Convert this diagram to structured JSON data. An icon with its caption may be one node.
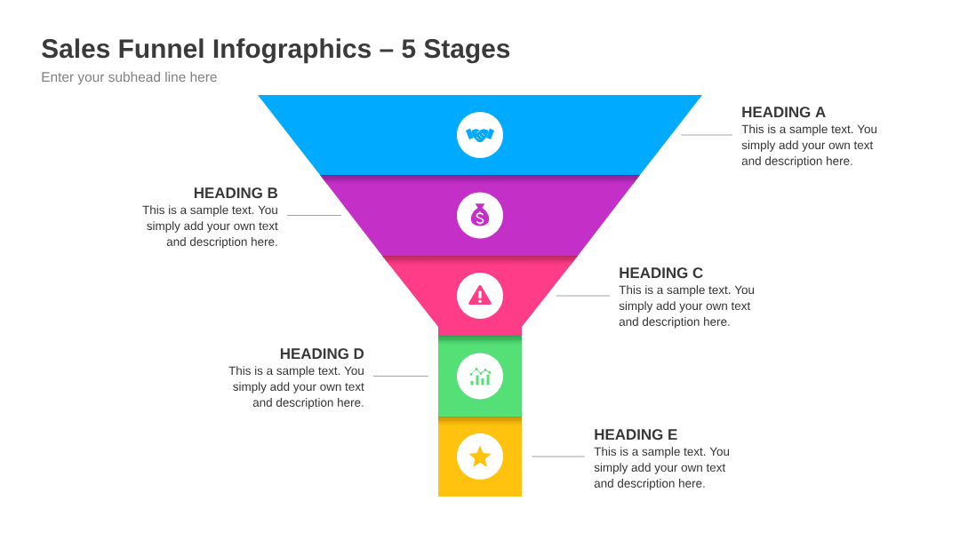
{
  "diagram": {
    "title": "Sales Funnel Infographics – 5 Stages",
    "nodes": [
      {
        "text": [],
        "shape": "trapezoid"
      },
      {
        "text": [],
        "shape": "trapezoid"
      },
      {
        "text": [],
        "shape": "trapezoid"
      },
      {
        "text": [],
        "shape": "box"
      },
      {
        "text": [],
        "shape": "box"
      },
      {
        "text": [
          "HEADING A",
          "This is a sample text. You simply add your own text and description here."
        ]
      },
      {
        "text": [
          "HEADING B",
          "This is a sample text. You simply add your own text and description here."
        ]
      },
      {
        "text": [
          "HEADING C",
          "This is a sample text. You simply add your own text and description here."
        ]
      },
      {
        "text": [
          "HEADING D",
          "This is a sample text. You simply add your own text and description here."
        ]
      },
      {
        "text": [
          "HEADING E",
          "This is a sample text. You simply add your own text and description here."
        ]
      }
    ],
    "edges": [
      {
        "from": 5,
        "to": 0,
        "arrow": "none"
      },
      {
        "from": 6,
        "to": 1,
        "arrow": "none"
      },
      {
        "from": 7,
        "to": 2,
        "arrow": "none"
      },
      {
        "from": 8,
        "to": 3,
        "arrow": "none"
      },
      {
        "from": 9,
        "to": 4,
        "arrow": "none"
      }
    ],
    "labels": [
      "Enter your subhead line here"
    ]
  }
}
